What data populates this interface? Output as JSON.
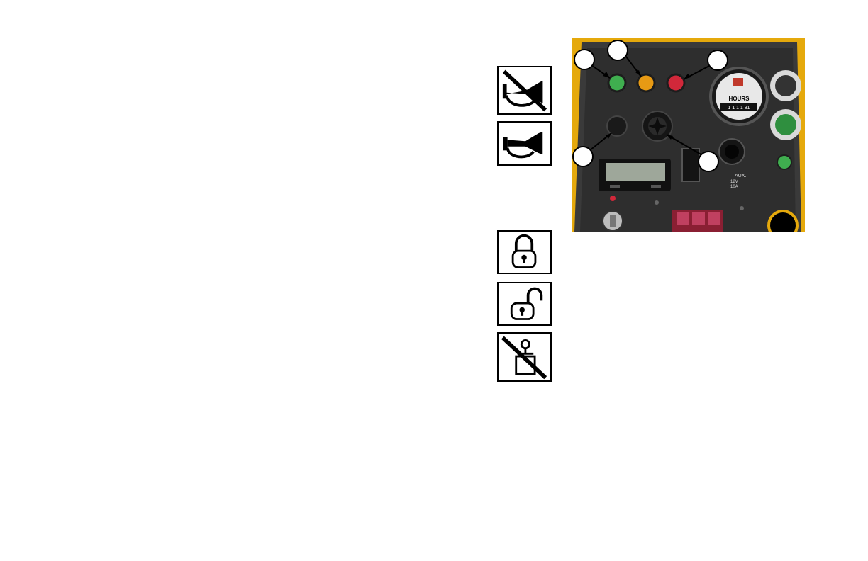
{
  "colors": {
    "panel_yellow": "#e5a90c",
    "panel_dark": "#333333",
    "lamp_green": "#3fae4f",
    "lamp_amber": "#e79a14",
    "lamp_red": "#d1283a"
  },
  "symbols": [
    {
      "name": "horn-disabled-icon"
    },
    {
      "name": "horn-icon"
    },
    {
      "name": "lock-closed-icon"
    },
    {
      "name": "lock-open-icon"
    },
    {
      "name": "hoist-disabled-icon"
    }
  ],
  "hour_meter": {
    "label": "HOURS",
    "reading": "1 1 1 1 81"
  },
  "aux_outlet": {
    "label": "AUX.",
    "rating_v": "12V",
    "rating_a": "10A"
  },
  "callouts": [
    "",
    "",
    "",
    "",
    ""
  ]
}
